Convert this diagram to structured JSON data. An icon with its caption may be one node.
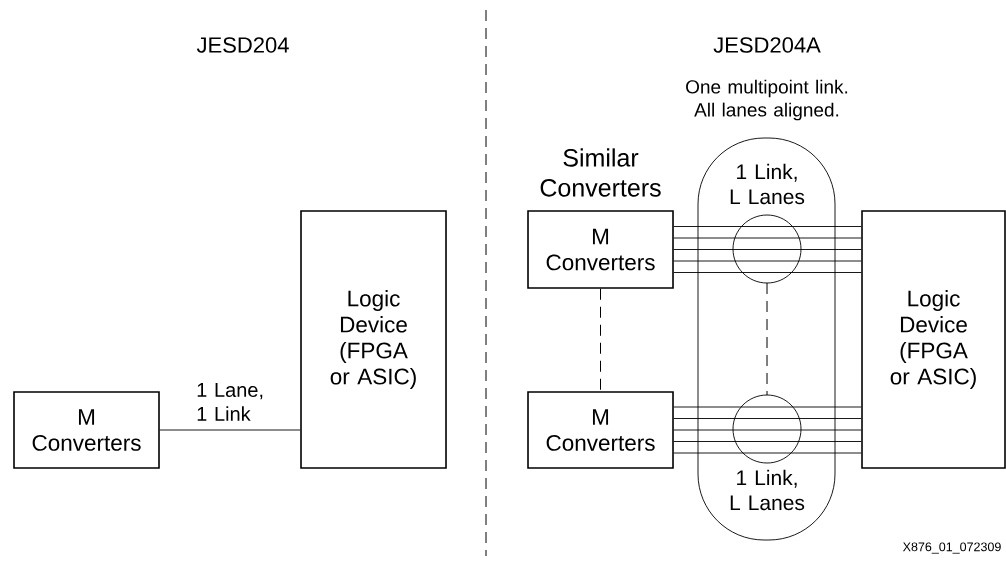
{
  "diagram": {
    "nodes": [
      {
        "text": [
          "M Converters"
        ]
      },
      {
        "text": [
          "Logic Device (FPGA or ASIC)"
        ]
      },
      {
        "text": [
          "M Converters"
        ],
        "beside": [
          "Similar Converters"
        ]
      },
      {
        "text": [
          "M Converters"
        ]
      },
      {
        "text": [
          "Logic Device (FPGA or ASIC)"
        ]
      }
    ],
    "edges": [
      {
        "from": 0,
        "to": 1,
        "arrow": "none",
        "label": "1 Lane, 1 Link"
      },
      {
        "from": 2,
        "to": 4,
        "arrow": "none"
      },
      {
        "from": 2,
        "to": 4,
        "arrow": "none"
      },
      {
        "from": 2,
        "to": 4,
        "arrow": "none"
      },
      {
        "from": 2,
        "to": 4,
        "arrow": "none"
      },
      {
        "from": 2,
        "to": 4,
        "arrow": "none"
      },
      {
        "from": 3,
        "to": 4,
        "arrow": "none"
      },
      {
        "from": 3,
        "to": 4,
        "arrow": "none"
      },
      {
        "from": 3,
        "to": 4,
        "arrow": "none"
      },
      {
        "from": 3,
        "to": 4,
        "arrow": "none"
      },
      {
        "from": 3,
        "to": 4,
        "arrow": "none"
      },
      {
        "from": 2,
        "to": 3,
        "arrow": "none",
        "style": "dashed"
      }
    ],
    "labels": [
      "JESD204",
      "JESD204A",
      "One multipoint link. All lanes aligned.",
      "1 Link, L Lanes",
      "1 Link, L Lanes",
      "X876_01_072309"
    ]
  }
}
